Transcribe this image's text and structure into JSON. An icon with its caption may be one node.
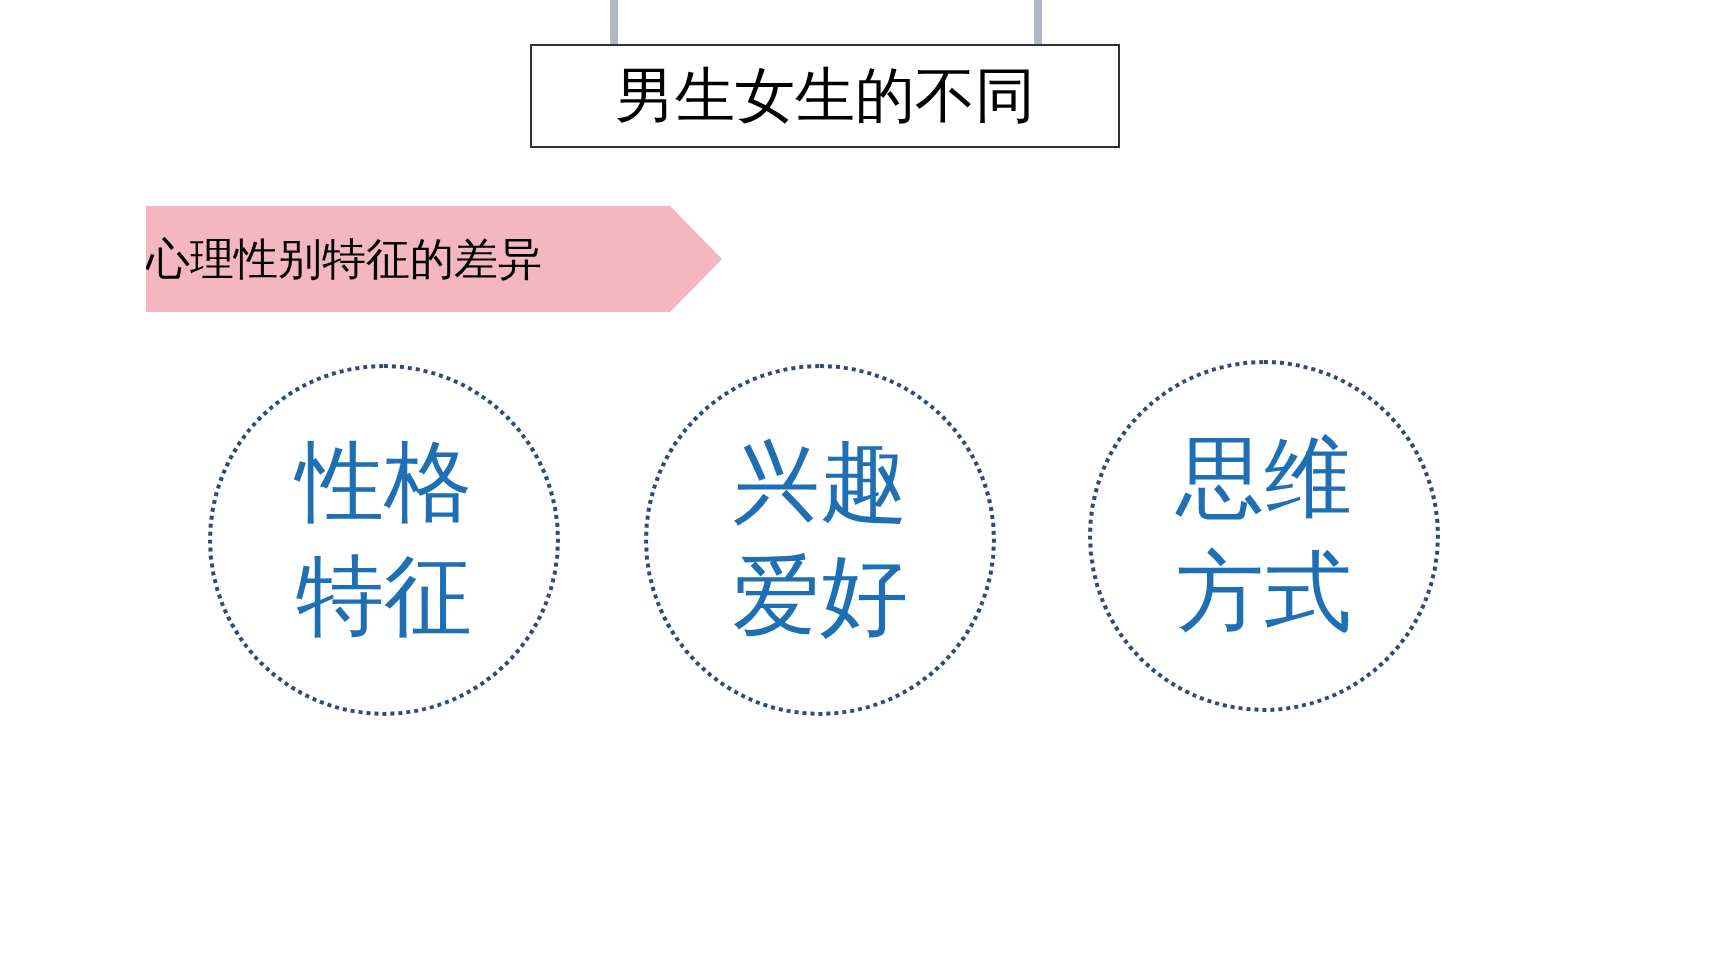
{
  "diagram": {
    "nodes": [
      {
        "text": [
          "男生女生的不同"
        ]
      },
      {
        "text": [
          "心理性别特征的差异"
        ]
      },
      {
        "text": [
          "性格特征"
        ]
      },
      {
        "text": [
          "兴趣爱好"
        ]
      },
      {
        "text": [
          "思维方式"
        ]
      }
    ],
    "edges": []
  }
}
